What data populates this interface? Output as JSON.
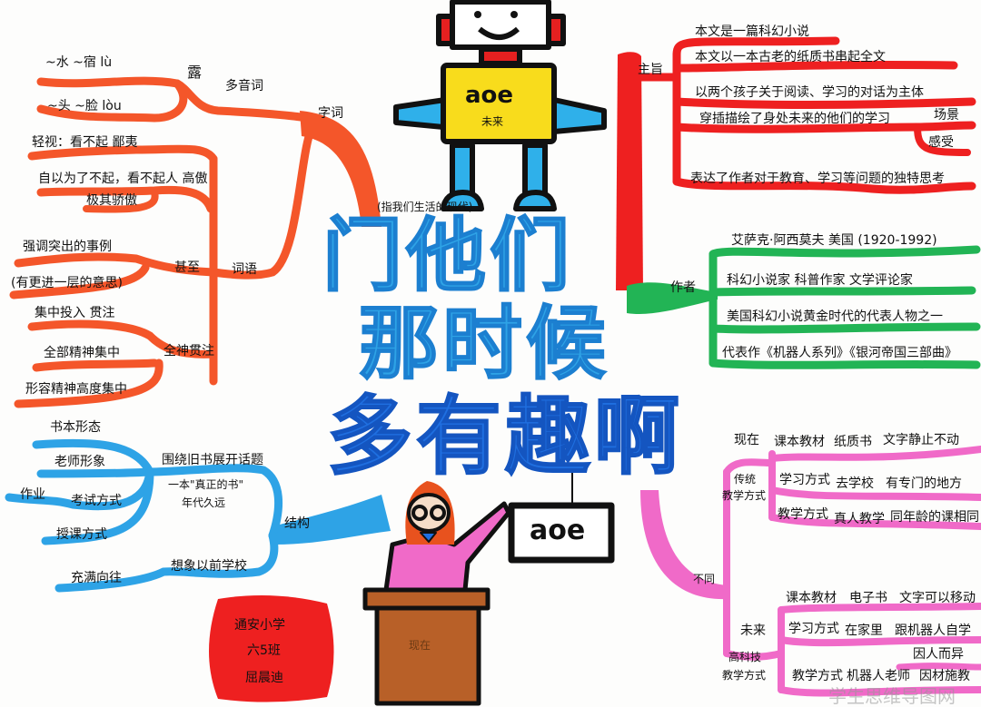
{
  "title": {
    "line1": "门他们",
    "line2": "那时候",
    "line3": "多有趣啊",
    "annotation": "(指我们生活的现代)"
  },
  "robot": {
    "board_text": "aoe",
    "label": "未来"
  },
  "teacher": {
    "board_text": "aoe",
    "podium_label": "现在"
  },
  "signature": {
    "school": "通安小学",
    "class": "六5班",
    "name": "屈晨迪"
  },
  "watermark": "学生思维导图网",
  "colors": {
    "words": "#f4562a",
    "structure": "#2ea3e6",
    "theme": "#ee2020",
    "author": "#22b455",
    "difference": "#f06ac8"
  },
  "branches": {
    "words": {
      "label": "字词",
      "polyphonic": {
        "label": "多音词",
        "char": "露",
        "items": [
          "~水 ~宿 lù",
          "~头 ~脸 lòu"
        ]
      },
      "terms": {
        "label": "词语",
        "items": [
          "轻视：看不起 鄙夷",
          "自以为了不起，看不起人 高傲",
          "极其骄傲",
          "强调突出的事例",
          "甚至",
          "(有更进一层的意思)",
          "集中投入 贯注",
          "全部精神集中",
          "全神贯注",
          "形容精神高度集中"
        ]
      }
    },
    "structure": {
      "label": "结构",
      "topic": "围绕旧书展开话题",
      "book_note": [
        "一本\"真正的书\"",
        "年代久远"
      ],
      "items": [
        "书本形态",
        "老师形象",
        "作业",
        "考试方式",
        "授课方式"
      ],
      "imagine": "想象以前学校",
      "imagine_item": "充满向往"
    },
    "theme": {
      "label": "主旨",
      "items": [
        "本文是一篇科幻小说",
        "本文以一本古老的纸质书串起全文",
        "以两个孩子关于阅读、学习的对话为主体",
        "穿插描绘了身处未来的他们的学习",
        "场景",
        "感受",
        "表达了作者对于教育、学习等问题的独特思考"
      ]
    },
    "author": {
      "label": "作者",
      "items": [
        "艾萨克·阿西莫夫  美国  (1920-1992)",
        "科幻小说家  科普作家  文学评论家",
        "美国科幻小说黄金时代的代表人物之一",
        "代表作《机器人系列》《银河帝国三部曲》"
      ]
    },
    "difference": {
      "label": "不同",
      "now": {
        "label": "现在",
        "sub": [
          "传统",
          "教学方式"
        ],
        "rows": [
          [
            "课本教材",
            "纸质书",
            "文字静止不动"
          ],
          [
            "学习方式",
            "去学校",
            "有专门的地方"
          ],
          [
            "教学方式",
            "真人教学",
            "同年龄的课相同"
          ]
        ]
      },
      "future": {
        "label": "未来",
        "sub": [
          "高科技",
          "教学方式"
        ],
        "rows": [
          [
            "课本教材",
            "电子书",
            "文字可以移动"
          ],
          [
            "学习方式",
            "在家里",
            "跟机器人自学"
          ],
          [
            "教学方式",
            "机器人老师",
            "因材施教"
          ]
        ],
        "extra": "因人而异"
      }
    }
  }
}
